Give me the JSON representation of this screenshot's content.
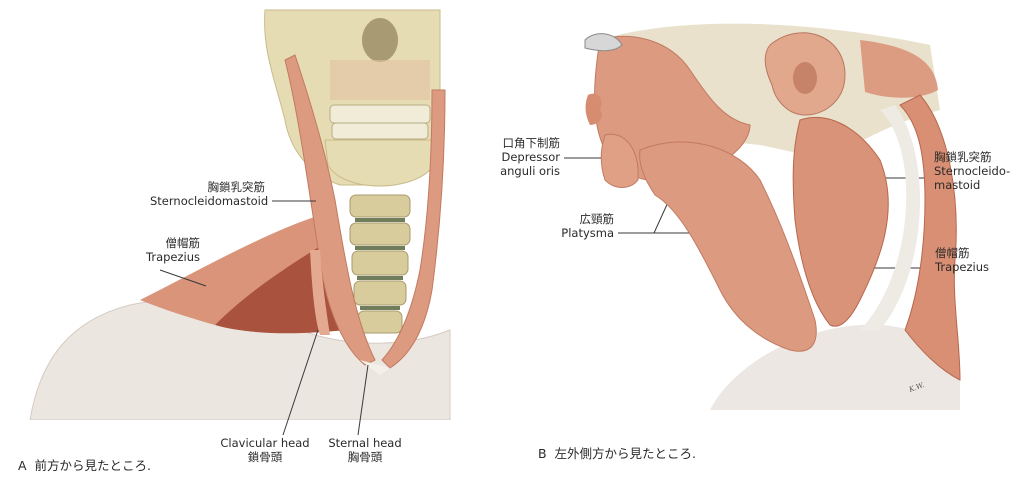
{
  "figure_a": {
    "caption_letter": "A",
    "caption_text": "前方から見たところ.",
    "labels": {
      "scm": {
        "ja": "胸鎖乳突筋",
        "en": "Sternocleidomastoid"
      },
      "trapezius": {
        "ja": "僧帽筋",
        "en": "Trapezius"
      },
      "clavicular_head": {
        "en": "Clavicular head",
        "ja": "鎖骨頭"
      },
      "sternal_head": {
        "en": "Sternal head",
        "ja": "胸骨頭"
      }
    }
  },
  "figure_b": {
    "caption_letter": "B",
    "caption_text": "左外側方から見たところ.",
    "labels": {
      "depressor": {
        "ja": "口角下制筋",
        "en1": "Depressor",
        "en2": "anguli oris"
      },
      "platysma": {
        "ja": "広頸筋",
        "en": "Platysma"
      },
      "scm": {
        "ja": "胸鎖乳突筋",
        "en1": "Sternocleido-",
        "en2": "mastoid"
      },
      "trapezius": {
        "ja": "僧帽筋",
        "en": "Trapezius"
      }
    }
  },
  "colors": {
    "muscle": "#d9957a",
    "muscle_dark": "#b8674e",
    "bone": "#e6dcb5",
    "bone_shade": "#c9bb8a",
    "skin": "#ece7e2",
    "disc": "#6f7d5a"
  }
}
